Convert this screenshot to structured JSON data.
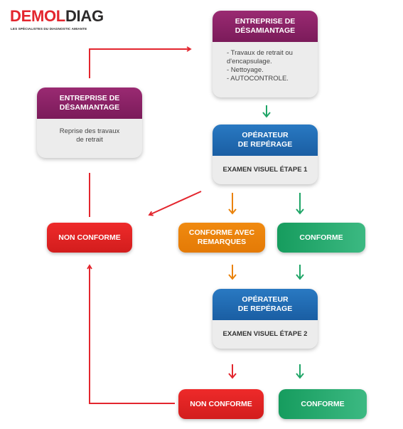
{
  "logo": {
    "brand_red": "DEMOL",
    "brand_dark": "DIAG",
    "tagline": "LES SPÉCIALISTES DU DIAGNOSTIC AMIANTE"
  },
  "nodes": {
    "entreprise_top": {
      "title": [
        "ENTREPRISE DE",
        "DÉSAMIANTAGE"
      ],
      "body": [
        "- Travaux de retrait ou",
        "d'encapsulage.",
        "- Nettoyage.",
        "- AUTOCONTROLE."
      ]
    },
    "entreprise_left": {
      "title": [
        "ENTREPRISE DE",
        "DÉSAMIANTAGE"
      ],
      "body": [
        "Reprise des travaux",
        "de retrait"
      ]
    },
    "operateur_1": {
      "title": [
        "OPÉRATEUR",
        "DE REPÉRAGE"
      ],
      "body": "EXAMEN VISUEL ÉTAPE 1"
    },
    "operateur_2": {
      "title": [
        "OPÉRATEUR",
        "DE REPÉRAGE"
      ],
      "body": "EXAMEN VISUEL ÉTAPE 2"
    },
    "non_conforme_1": "NON CONFORME",
    "conforme_avec_remarques": [
      "CONFORME AVEC",
      "REMARQUES"
    ],
    "conforme_1": "CONFORME",
    "non_conforme_2": "NON CONFORME",
    "conforme_2": "CONFORME"
  },
  "colors": {
    "red": "#e3262e",
    "purple": "#8a2266",
    "blue": "#1f6bb3",
    "orange": "#ea820b",
    "green": "#1fa567",
    "card_bg": "#ececec"
  }
}
